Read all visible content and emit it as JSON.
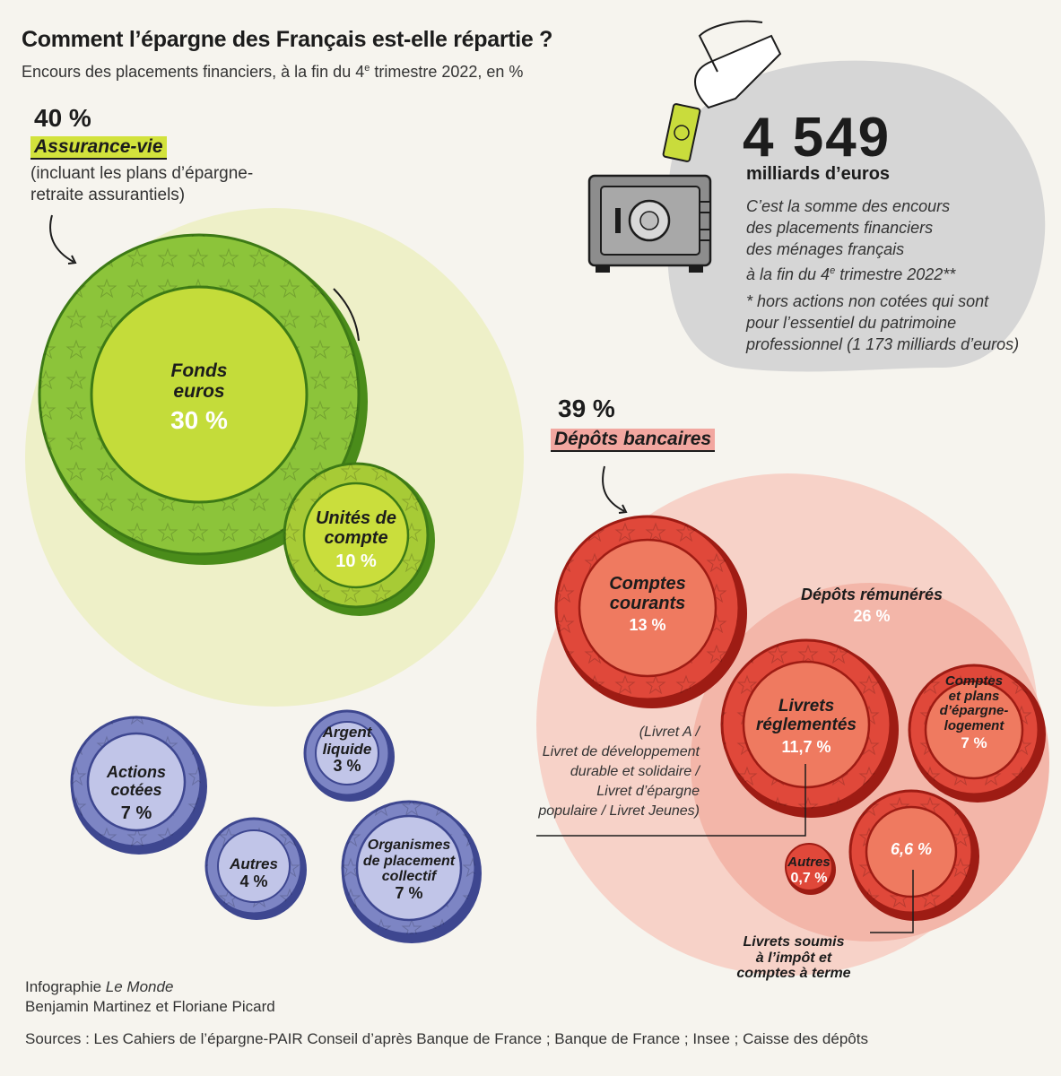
{
  "title": "Comment l’épargne des Français est-elle répartie ?",
  "subtitle": "Encours des placements financiers, à la fin du 4",
  "subtitle_sup": "e",
  "subtitle_end": " trimestre 2022, en %",
  "total": {
    "value": "4 549",
    "unit": "milliards d’euros",
    "desc_lines": [
      "C’est la somme des encours",
      "des placements financiers",
      "des ménages français",
      "à la fin du 4"
    ],
    "desc_sup": "e",
    "desc_end": " trimestre 2022**",
    "footnote_lines": [
      "* hors actions non cotées qui sont",
      "pour l’essentiel du patrimoine",
      "professionnel (1 173 milliards d’euros)"
    ]
  },
  "assurance": {
    "pct": "40 %",
    "label": "Assurance-vie",
    "note_lines": [
      "(incluant les plans d’épargne-",
      "retraite assurantiels)"
    ],
    "fonds_label_1": "Fonds",
    "fonds_label_2": "euros",
    "fonds_pct": "30 %",
    "uc_label_1": "Unités de",
    "uc_label_2": "compte",
    "uc_pct": "10 %"
  },
  "others": {
    "actions_1": "Actions",
    "actions_2": "cotées",
    "actions_pct": "7 %",
    "argent_1": "Argent",
    "argent_2": "liquide",
    "argent_pct": "3 %",
    "autres": "Autres",
    "autres_pct": "4 %",
    "opc_1": "Organismes",
    "opc_2": "de placement",
    "opc_3": "collectif",
    "opc_pct": "7 %"
  },
  "depots": {
    "pct": "39 %",
    "label": "Dépôts bancaires",
    "cc_1": "Comptes",
    "cc_2": "courants",
    "cc_pct": "13 %",
    "rem_label": "Dépôts rémunérés",
    "rem_pct": "26 %",
    "livrets_1": "Livrets",
    "livrets_2": "réglementés",
    "livrets_pct": "11,7 %",
    "cpel_1": "Comptes",
    "cpel_2": "et plans",
    "cpel_3": "d’épargne-",
    "cpel_4": "logement",
    "cpel_pct": "7 %",
    "soumis_pct": "6,6 %",
    "autres": "Autres",
    "autres_pct": "0,7 %",
    "soumis_1": "Livrets soumis",
    "soumis_2": "à l’impôt et",
    "soumis_3": "comptes à terme",
    "livret_list": [
      "(Livret A /",
      "Livret de développement",
      "durable et solidaire /",
      "Livret d’épargne",
      "populaire / Livret Jeunes)"
    ]
  },
  "credits": {
    "line1_a": "Infographie ",
    "line1_b": "Le Monde",
    "line2": "Benjamin Martinez et Floriane Picard",
    "sources": "Sources : Les Cahiers de l’épargne-PAIR Conseil d’après Banque de France ; Banque de France ; Insee ; Caisse des dépôts"
  },
  "colors": {
    "assurance_bg": "#eef0c8",
    "green_coin": "#b5d334",
    "green_rim": "#5e9e1e",
    "light_green_coin": "#c9dc3c",
    "blue_coin": "#a9aedb",
    "blue_rim": "#5a62a8",
    "pink_bg": "#f7d2c8",
    "pink_inner": "#f3b6a9",
    "red_coin": "#e96a52",
    "red_rim": "#c6261c",
    "grey_blob": "#d6d6d6"
  },
  "chart_data": {
    "type": "bubble",
    "title": "Comment l’épargne des Français est-elle répartie ?",
    "subtitle": "Encours des placements financiers, à la fin du 4e trimestre 2022, en %",
    "total": "4 549 milliards d’euros",
    "groups": [
      {
        "name": "Assurance-vie",
        "value": 40,
        "items": [
          {
            "name": "Fonds euros",
            "value": 30
          },
          {
            "name": "Unités de compte",
            "value": 10
          }
        ]
      },
      {
        "name": "Dépôts bancaires",
        "value": 39,
        "items": [
          {
            "name": "Comptes courants",
            "value": 13
          },
          {
            "name": "Dépôts rémunérés",
            "value": 26,
            "items": [
              {
                "name": "Livrets réglementés",
                "value": 11.7
              },
              {
                "name": "Comptes et plans d’épargne-logement",
                "value": 7
              },
              {
                "name": "Livrets soumis à l’impôt et comptes à terme",
                "value": 6.6
              },
              {
                "name": "Autres",
                "value": 0.7
              }
            ]
          }
        ]
      },
      {
        "name": "",
        "items": [
          {
            "name": "Actions cotées",
            "value": 7
          },
          {
            "name": "Argent liquide",
            "value": 3
          },
          {
            "name": "Autres",
            "value": 4
          },
          {
            "name": "Organismes de placement collectif",
            "value": 7
          }
        ]
      }
    ]
  }
}
